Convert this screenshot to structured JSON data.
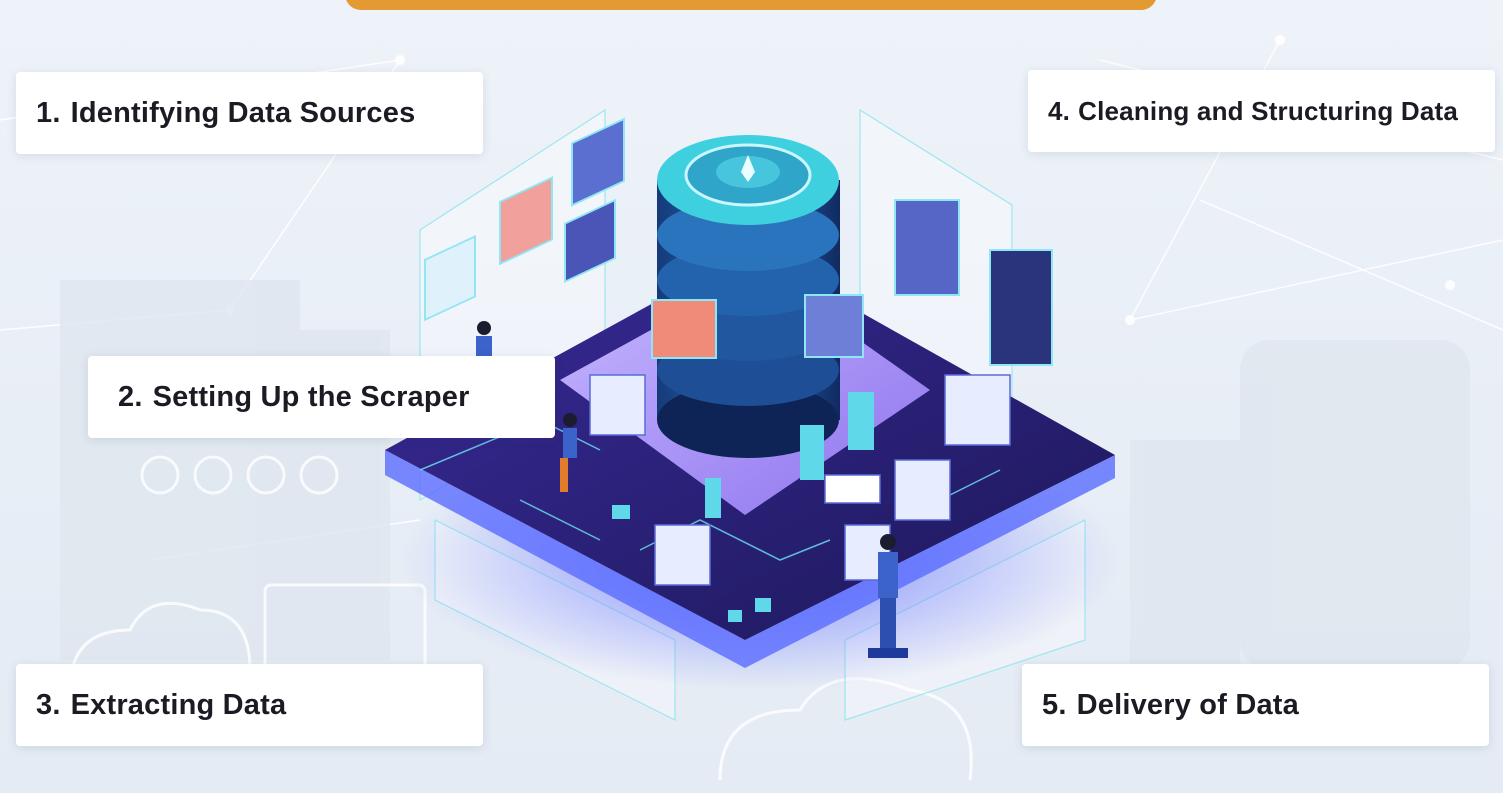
{
  "steps": [
    {
      "number": "1.",
      "label": "Identifying Data Sources"
    },
    {
      "number": "2.",
      "label": "Setting Up the Scraper"
    },
    {
      "number": "3.",
      "label": "Extracting Data"
    },
    {
      "number": "4.",
      "label": "Cleaning and Structuring Data"
    },
    {
      "number": "5.",
      "label": "Delivery of Data"
    }
  ],
  "colors": {
    "accent_bar": "#e49a33",
    "platform_dark": "#1e1a5e",
    "platform_mid": "#4b2fa8",
    "glow": "#6b7bff",
    "database_cyan": "#3fd0e0",
    "card_text": "#1b1b24"
  }
}
